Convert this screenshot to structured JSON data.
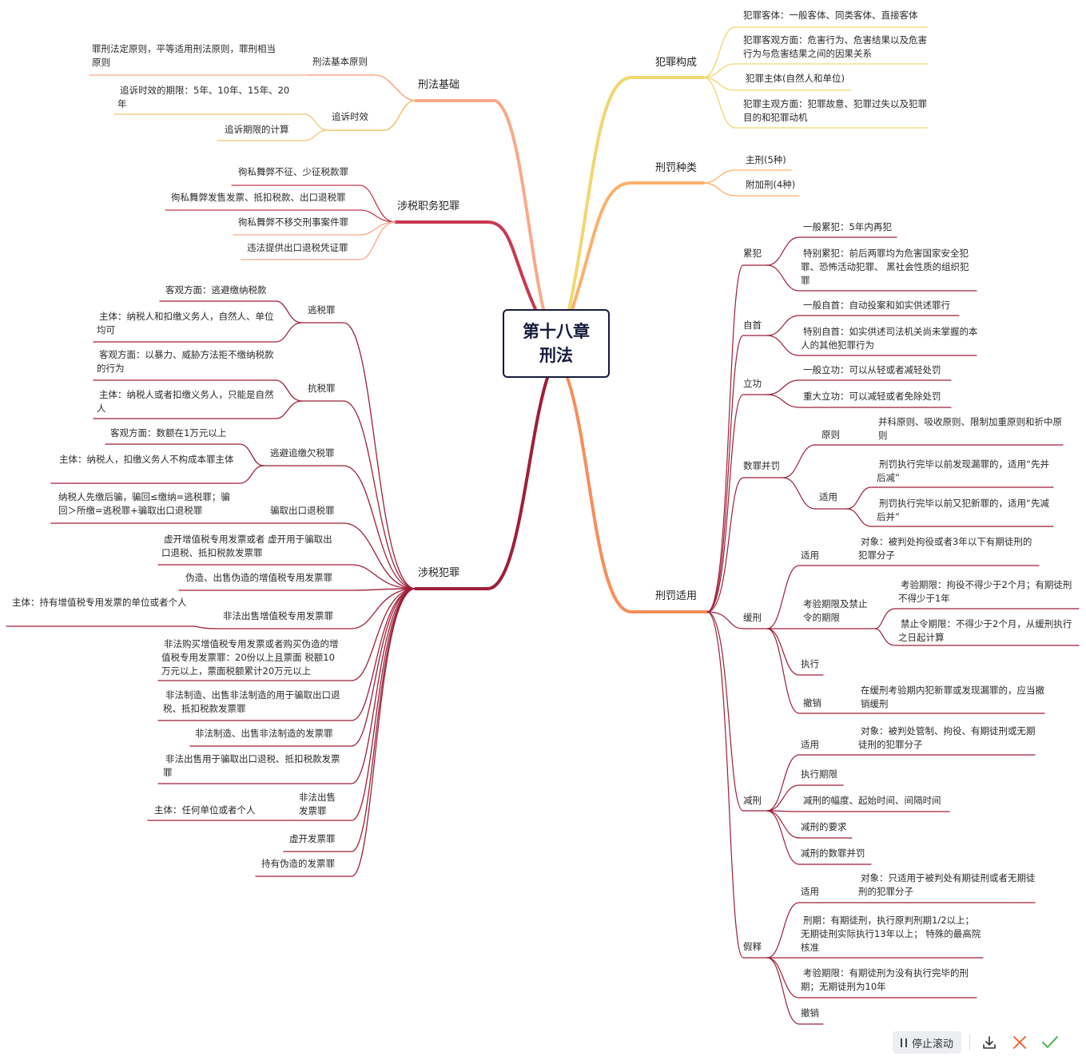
{
  "center": {
    "line1": "第十八章",
    "line2": "刑法"
  },
  "left": {
    "jichu": {
      "label": "刑法基础",
      "yuanze": {
        "label": "刑法基本原则",
        "detail": "罪刑法定原则，平等适用刑法原则，罪刑相当原则"
      },
      "shixiao": {
        "label": "追诉时效",
        "detail1": "追诉时效的期限：5年、10年、15年、20年",
        "detail2": "追诉期限的计算"
      }
    },
    "zhiwu": {
      "label": "涉税职务犯罪",
      "items": [
        "徇私舞弊不征、少征税款罪",
        "徇私舞弊发售发票、抵扣税款、出口退税罪",
        "徇私舞弊不移交刑事案件罪",
        "违法提供出口退税凭证罪"
      ]
    },
    "shesui": {
      "label": "涉税犯罪",
      "taoshui": {
        "label": "逃税罪",
        "d1": "客观方面：逃避缴纳税款",
        "d2": "主体：纳税人和扣缴义务人，自然人、单位均可"
      },
      "kangshui": {
        "label": "抗税罪",
        "d1": "客观方面：以暴力、威胁方法拒不缴纳税款的行为",
        "d2": "主体：纳税人或者扣缴义务人，只能是自然人"
      },
      "taobi": {
        "label": "逃避追缴欠税罪",
        "d1": "客观方面：数额在1万元以上",
        "d2": "主体：纳税人，扣缴义务人不构成本罪主体"
      },
      "pianqu": {
        "label": "骗取出口退税罪",
        "d1": "纳税人先缴后骗，骗回≤缴纳=逃税罪；骗回＞所缴=逃税罪+骗取出口退税罪"
      },
      "items": [
        "虚开增值税专用发票或者 虚开用于骗取出口退税、抵扣税款发票罪",
        "伪造、出售伪造的增值税专用发票罪",
        "非法出售增值税专用发票罪",
        "非法购买增值税专用发票或者购买伪造的增值税专用发票罪：20份以上且票面 税额10万元以上，票面税额累计20万元以上",
        "非法制造、出售非法制造的用于骗取出口退税、抵扣税款发票罪",
        "非法制造、出售非法制造的发票罪",
        "非法出售用于骗取出口退税、抵扣税款发票罪",
        "非法出售发票罪",
        "虚开发票罪",
        "持有伪造的发票罪"
      ],
      "feifa_zhuti": "主体：持有增值税专用发票的单位或者个人",
      "fapiao_zhuti": "主体：任何单位或者个人"
    }
  },
  "right": {
    "goucheng": {
      "label": "犯罪构成",
      "items": [
        "犯罪客体：一般客体、同类客体、直接客体",
        "犯罪客观方面：危害行为、危害结果以及危害 行为与危害结果之间的因果关系",
        "犯罪主体(自然人和单位)",
        "犯罪主观方面：犯罪故意、犯罪过失以及犯罪目的和犯罪动机"
      ]
    },
    "zhonglei": {
      "label": "刑罚种类",
      "items": [
        "主刑(5种)",
        "附加刑(4种)"
      ]
    },
    "shiyong": {
      "label": "刑罚适用",
      "leifan": {
        "label": "累犯",
        "items": [
          "一般累犯：5年内再犯",
          "特别累犯：前后两罪均为危害国家安全犯罪、恐怖活动犯罪、 黑社会性质的组织犯罪"
        ]
      },
      "zishou": {
        "label": "自首",
        "items": [
          "一般自首：自动投案和如实供述罪行",
          "特别自首：如实供述司法机关尚未掌握的本人的其他犯罪行为"
        ]
      },
      "ligong": {
        "label": "立功",
        "items": [
          "一般立功：可以从轻或者减轻处罚",
          "重大立功：可以减轻或者免除处罚"
        ]
      },
      "shuzui": {
        "label": "数罪并罚",
        "yuanze": {
          "label": "原则",
          "detail": "并科原则、吸收原则、限制加重原则和折中原则"
        },
        "shiyong": {
          "label": "适用",
          "d1": "刑罚执行完毕以前发现漏罪的，适用“先并后减”",
          "d2": "刑罚执行完毕以前又犯新罪的，适用“先减后并”"
        }
      },
      "huanxing": {
        "label": "缓刑",
        "shiyong": {
          "label": "适用",
          "detail": "对象：被判处拘役或者3年以下有期徒刑的犯罪分子"
        },
        "qixian": {
          "label": "考验期限及禁止令的期限",
          "d1": "考验期限：拘役不得少于2个月；有期徒刑不得少于1年",
          "d2": "禁止令期限：不得少于2个月，从缓刑执行之日起计算"
        },
        "zhixing": "执行",
        "chexiao": {
          "label": "撤销",
          "detail": "在缓刑考验期内犯新罪或发现漏罪的，应当撤销缓刑"
        }
      },
      "jianxing": {
        "label": "减刑",
        "shiyong": {
          "label": "适用",
          "detail": "对象：被判处管制、拘役、有期徒刑或无期徒刑的犯罪分子"
        },
        "items": [
          "执行期限",
          "减刑的幅度、起始时间、间隔时间",
          "减刑的要求",
          "减刑的数罪并罚"
        ]
      },
      "jiashi": {
        "label": "假释",
        "shiyong": {
          "label": "适用",
          "detail": "对象：只适用于被判处有期徒刑或者无期徒刑的犯罪分子"
        },
        "xingqi": "刑期：有期徒刑，执行原判刑期1/2以上；无期徒刑实际执行13年以上； 特殊的最高院核准",
        "kaoyan": "考验期限：有期徒刑为没有执行完毕的刑期；无期徒刑为10年",
        "chexiao": "撤销"
      }
    }
  },
  "toolbar": {
    "pause_label": "停止滚动",
    "icons": [
      "download-icon",
      "close-icon",
      "check-icon"
    ]
  },
  "colors": {
    "yellow": "#f0d770",
    "orange": "#fbb06a",
    "salmon": "#f9a98a",
    "coral": "#f78e5a",
    "crimson": "#b02a46",
    "red": "#c8394f",
    "darkred": "#9e1f39",
    "accept": "#3dab4a",
    "reject": "#f05a28"
  }
}
